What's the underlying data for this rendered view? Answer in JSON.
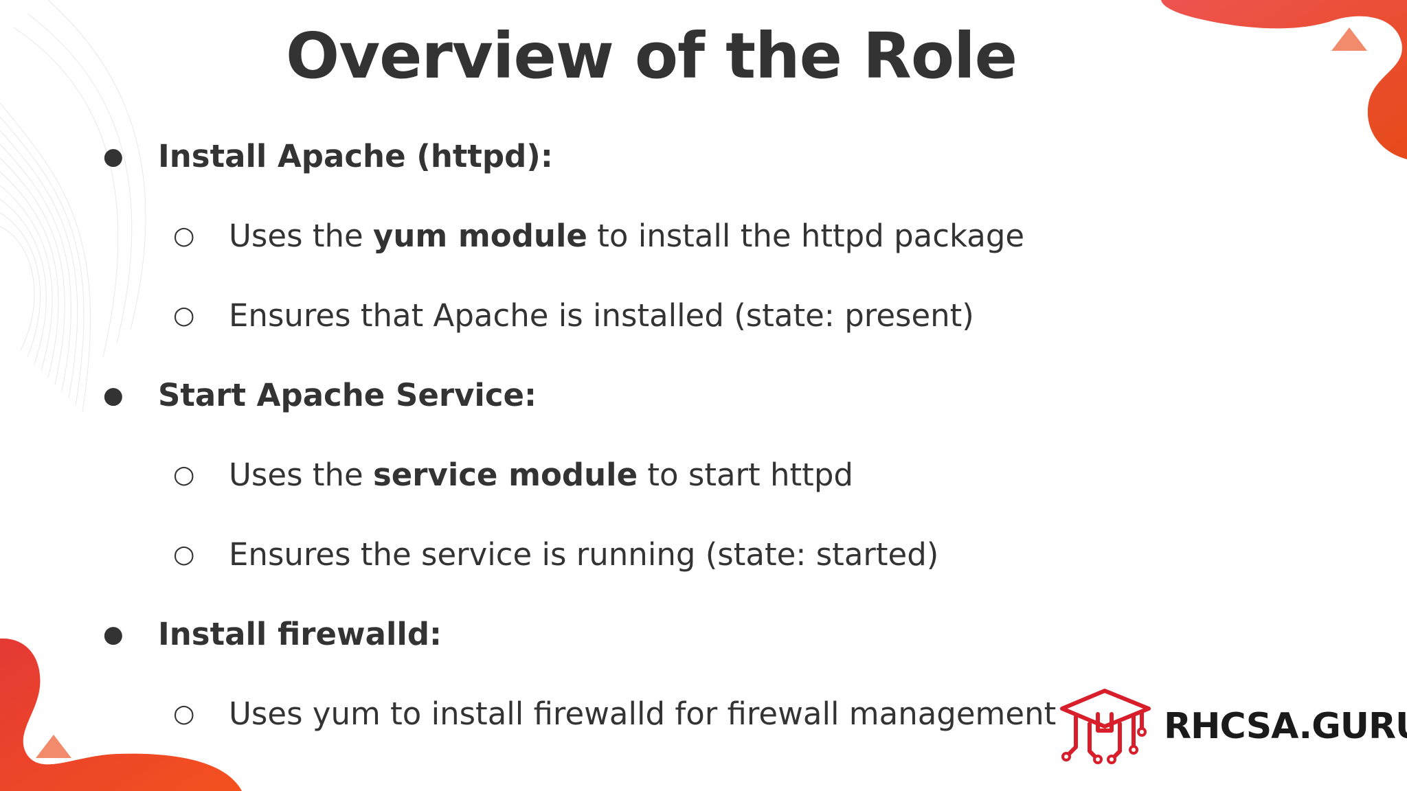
{
  "slide": {
    "title": "Overview of the Role",
    "sections": [
      {
        "heading": "Install Apache (httpd):",
        "items": [
          {
            "pre": "Uses the ",
            "bold": "yum module",
            "post": " to install the httpd package"
          },
          {
            "pre": "Ensures that Apache is installed (state: present)",
            "bold": "",
            "post": ""
          }
        ]
      },
      {
        "heading": "Start Apache Service:",
        "items": [
          {
            "pre": "Uses the ",
            "bold": "service module",
            "post": " to start httpd"
          },
          {
            "pre": "Ensures the service is running (state: started)",
            "bold": "",
            "post": ""
          }
        ]
      },
      {
        "heading": "Install firewalld:",
        "items": [
          {
            "pre": "Uses yum to install firewalld for firewall management",
            "bold": "",
            "post": ""
          }
        ]
      }
    ],
    "bullet_symbol": "●",
    "sub_bullet_symbol": "○"
  },
  "brand": {
    "name": "RHCSA.GURU",
    "icon": "graduation-cap-circuit-icon"
  },
  "colors": {
    "accent": "#e53935",
    "accent_dark": "#d32f2f",
    "accent_orange": "#e8502f",
    "text": "#333333"
  }
}
